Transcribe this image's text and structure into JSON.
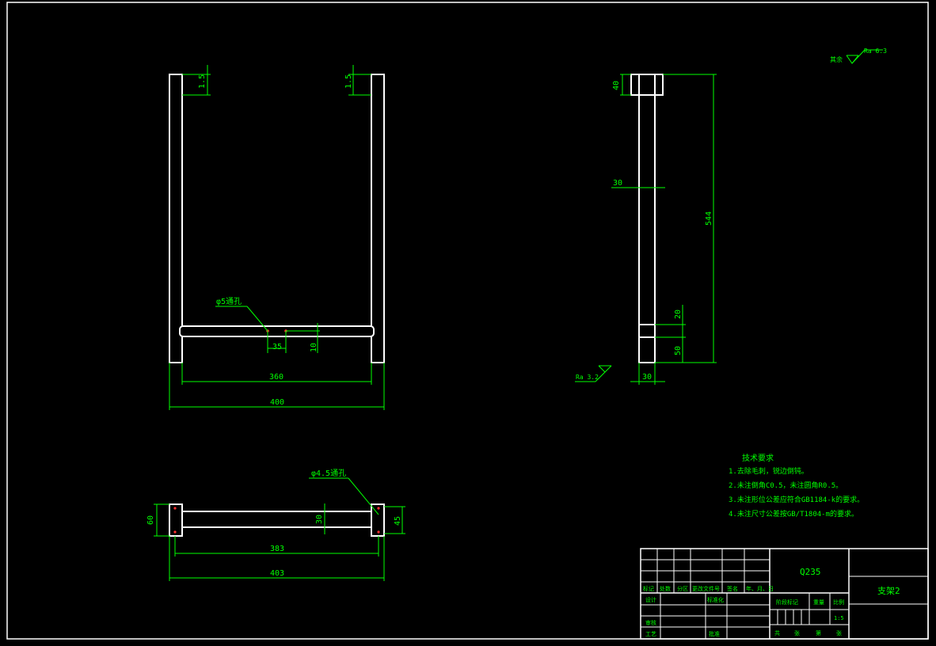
{
  "colors": {
    "background": "#000000",
    "geometry": "#ffffff",
    "dimension": "#00ff00",
    "hole_marker": "#ff3030"
  },
  "front_view": {
    "dim_weld_left": "1.5",
    "dim_weld_right": "1.5",
    "dim_hole_label": "φ5通孔",
    "dim_35": "35",
    "dim_10": "10",
    "dim_360": "360",
    "dim_400": "400"
  },
  "side_view": {
    "dim_40": "40",
    "dim_30_mid": "30",
    "dim_544": "544",
    "dim_20": "20",
    "dim_50": "50",
    "dim_30_bottom": "30",
    "roughness_label": "Ra 3.2"
  },
  "top_view": {
    "dim_hole_label": "φ4.5通孔",
    "dim_60": "60",
    "dim_30": "30",
    "dim_45": "45",
    "dim_383": "383",
    "dim_403": "403"
  },
  "roughness_note": {
    "prefix": "其余",
    "value": "Ra 6.3"
  },
  "tech_requirements": {
    "title": "技术要求",
    "items": [
      "1.去除毛刺，锐边倒钝。",
      "2.未注倒角C0.5，未注圆角R0.5。",
      "3.未注形位公差应符合GB1184-k的要求。",
      "4.未注尺寸公差按GB/T1804-m的要求。"
    ]
  },
  "title_block": {
    "material": "Q235",
    "part_name": "支架2",
    "scale": "1:5",
    "header_labels": [
      "标记",
      "处数",
      "分区",
      "更改文件号",
      "签名",
      "年、月、日"
    ],
    "role_design": "设计",
    "role_standard": "标准化",
    "role_review": "审核",
    "role_process": "工艺",
    "role_approve": "批准",
    "stage_mark": "阶段标记",
    "weight": "重量",
    "ratio": "比例",
    "sheets_total": "共",
    "sheet_label": "张",
    "sheet_no": "第",
    "sheet_label2": "张"
  }
}
